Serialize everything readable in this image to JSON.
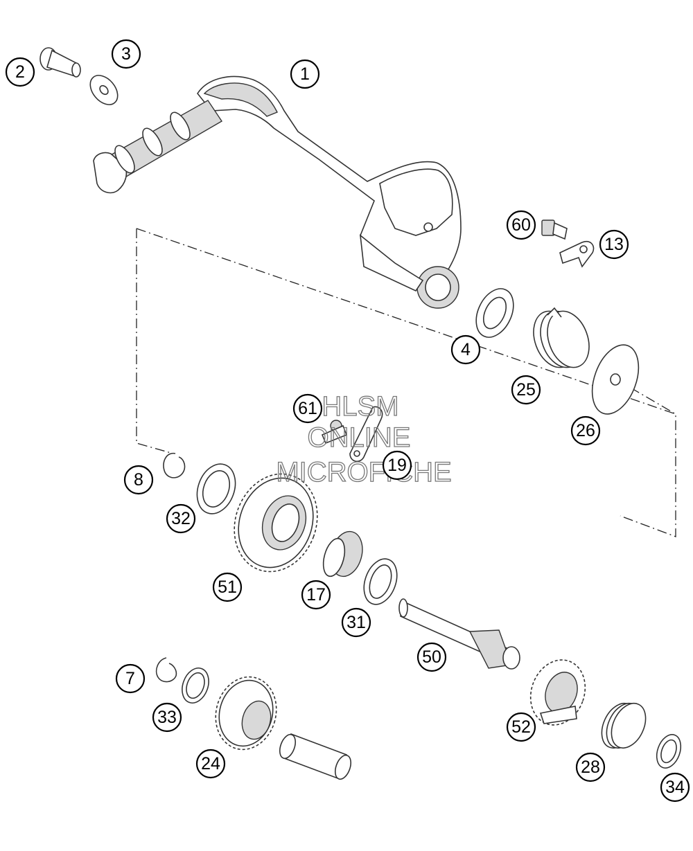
{
  "watermark": {
    "line1": "HLSM",
    "line2": "ONLINE",
    "line3": "MICROFICHE"
  },
  "callouts": [
    {
      "id": "c1",
      "label": "1"
    },
    {
      "id": "c2",
      "label": "2"
    },
    {
      "id": "c3",
      "label": "3"
    },
    {
      "id": "c4",
      "label": "4"
    },
    {
      "id": "c60",
      "label": "60"
    },
    {
      "id": "c13",
      "label": "13"
    },
    {
      "id": "c25",
      "label": "25"
    },
    {
      "id": "c26",
      "label": "26"
    },
    {
      "id": "c61",
      "label": "61"
    },
    {
      "id": "c19",
      "label": "19"
    },
    {
      "id": "c8",
      "label": "8"
    },
    {
      "id": "c32",
      "label": "32"
    },
    {
      "id": "c51",
      "label": "51"
    },
    {
      "id": "c17",
      "label": "17"
    },
    {
      "id": "c31",
      "label": "31"
    },
    {
      "id": "c50",
      "label": "50"
    },
    {
      "id": "c7",
      "label": "7"
    },
    {
      "id": "c33",
      "label": "33"
    },
    {
      "id": "c24",
      "label": "24"
    },
    {
      "id": "c52",
      "label": "52"
    },
    {
      "id": "c28",
      "label": "28"
    },
    {
      "id": "c34",
      "label": "34"
    }
  ]
}
